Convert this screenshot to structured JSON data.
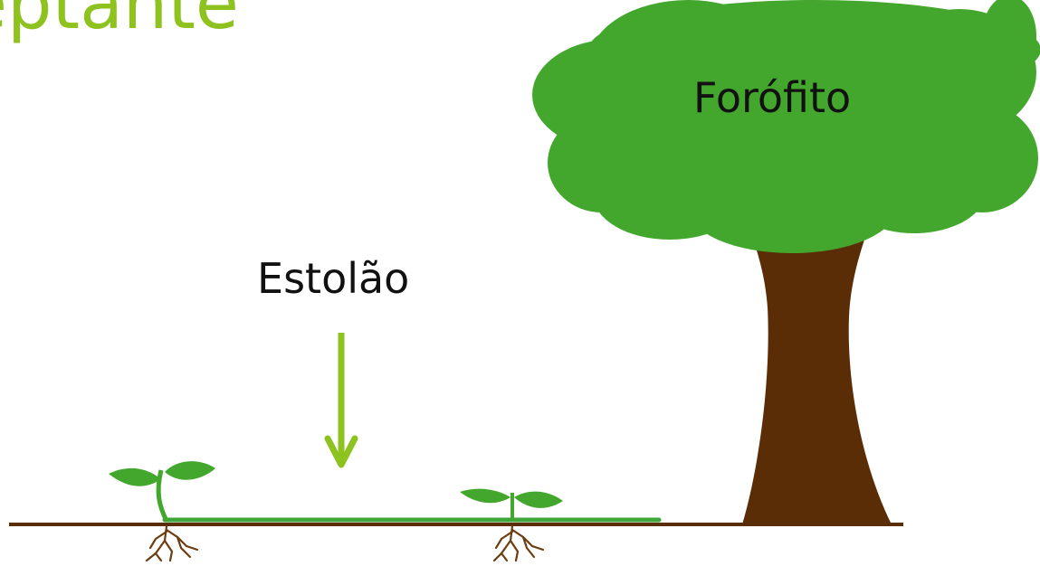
{
  "title": "eptante",
  "labels": {
    "tree": "Forófito",
    "stolon": "Estolão"
  },
  "colors": {
    "title": "#8dc21f",
    "arrow": "#8dc21f",
    "foliage": "#44a72d",
    "trunk": "#5a2d06",
    "ground": "#5a2d06",
    "stolon": "#3fa63b",
    "seedling_leaf": "#44a72d",
    "roots": "#6b3d10",
    "label_text": "#111111"
  }
}
